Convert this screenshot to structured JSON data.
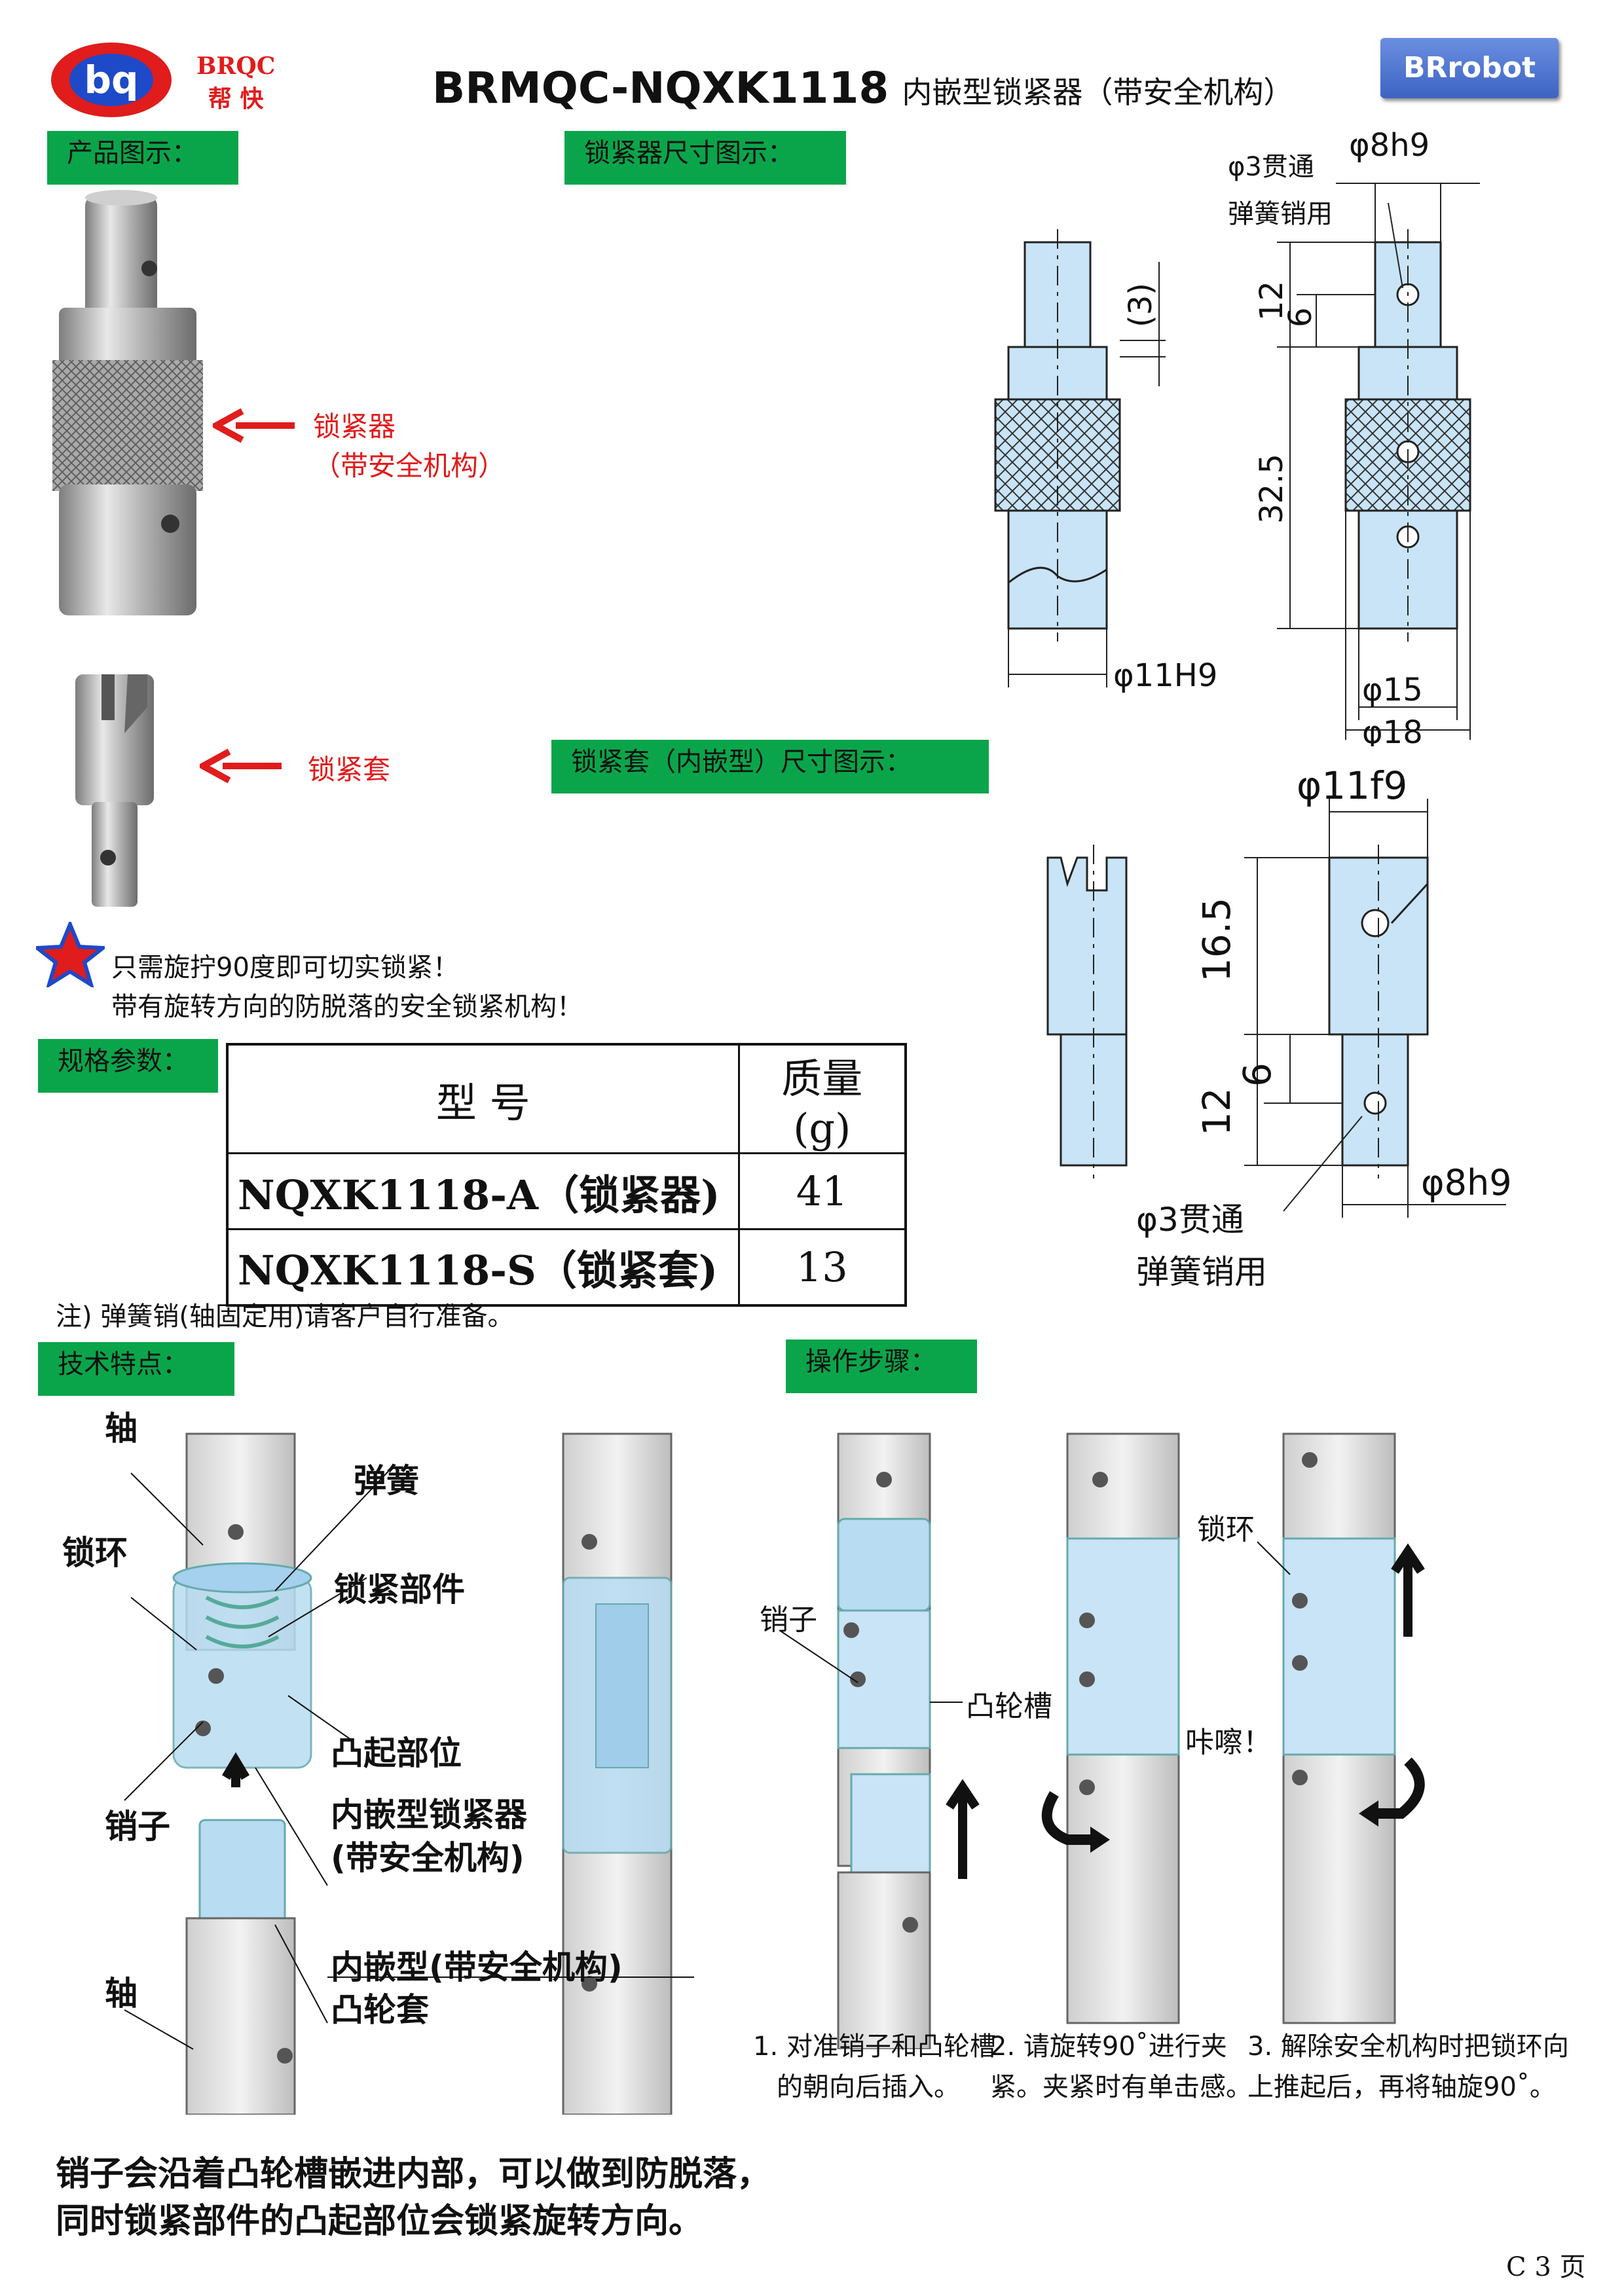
{
  "header": {
    "logo_letters": "bq",
    "brand_en": "BRQC",
    "brand_cn": "帮 快",
    "model_title": "BRMQC-NQXK1118",
    "model_subtitle": "内嵌型锁紧器（带安全机构）",
    "badge": "BRrobot"
  },
  "sections": {
    "product_image": "产品图示：",
    "locker_dim": "锁紧器尺寸图示：",
    "sleeve_dim": "锁紧套（内嵌型）尺寸图示：",
    "specs": "规格参数：",
    "tech": "技术特点：",
    "operation": "操作步骤："
  },
  "product_labels": {
    "locker": "锁紧器",
    "locker_note": "（带安全机构）",
    "sleeve": "锁紧套"
  },
  "features": [
    "只需旋拧90度即可切实锁紧！",
    "带有旋转方向的防脱落的安全锁紧机构！"
  ],
  "spec_table": {
    "headers": [
      "型 号",
      "质量 (g)"
    ],
    "rows": [
      {
        "model": "NQXK1118-A（锁紧器)",
        "mass": "41"
      },
      {
        "model": "NQXK1118-S（锁紧套)",
        "mass": "13"
      }
    ]
  },
  "note": "注) 弹簧销(轴固定用)请客户自行准备。",
  "locker_dims": {
    "hole": "φ3贯通",
    "hole_use": "弹簧销用",
    "d_top": "φ8h9",
    "d_bore": "φ11H9",
    "d_mid": "φ15",
    "d_outer": "φ18",
    "h_top": "12",
    "h_pin": "6",
    "h_main": "32.5",
    "h_gap": "(3)"
  },
  "sleeve_dims": {
    "d_top": "φ11f9",
    "h_top": "16.5",
    "h_low": "12",
    "h_pin": "6",
    "d_shaft": "φ8h9",
    "hole": "φ3贯通",
    "hole_use": "弹簧销用"
  },
  "tech_labels": {
    "shaft": "轴",
    "spring": "弹簧",
    "ring": "锁环",
    "lock_part": "锁紧部件",
    "bump": "凸起部位",
    "pin": "销子",
    "locker": "内嵌型锁紧器",
    "locker_note": "(带安全机构)",
    "shaft2": "轴",
    "cam_sleeve": "内嵌型(带安全机构)",
    "cam_sleeve2": "凸轮套"
  },
  "op_labels": {
    "pin": "销子",
    "cam_groove": "凸轮槽",
    "ring": "锁环",
    "click": "咔嚓！"
  },
  "steps": [
    {
      "line1": "1. 对准销子和凸轮槽",
      "line2": "的朝向后插入。"
    },
    {
      "line1": "2. 请旋转90˚进行夹",
      "line2": "紧。夹紧时有单击感。"
    },
    {
      "line1": "3. 解除安全机构时把锁环向",
      "line2": "上推起后，再将轴旋90˚。"
    }
  ],
  "summary": [
    "销子会沿着凸轮槽嵌进内部，可以做到防脱落，",
    "同时锁紧部件的凸起部位会锁紧旋转方向。"
  ],
  "page_no": "C 3 页",
  "colors": {
    "green": "#0aa54a",
    "red": "#e01c1c",
    "part_blue": "#c8e4f6"
  }
}
